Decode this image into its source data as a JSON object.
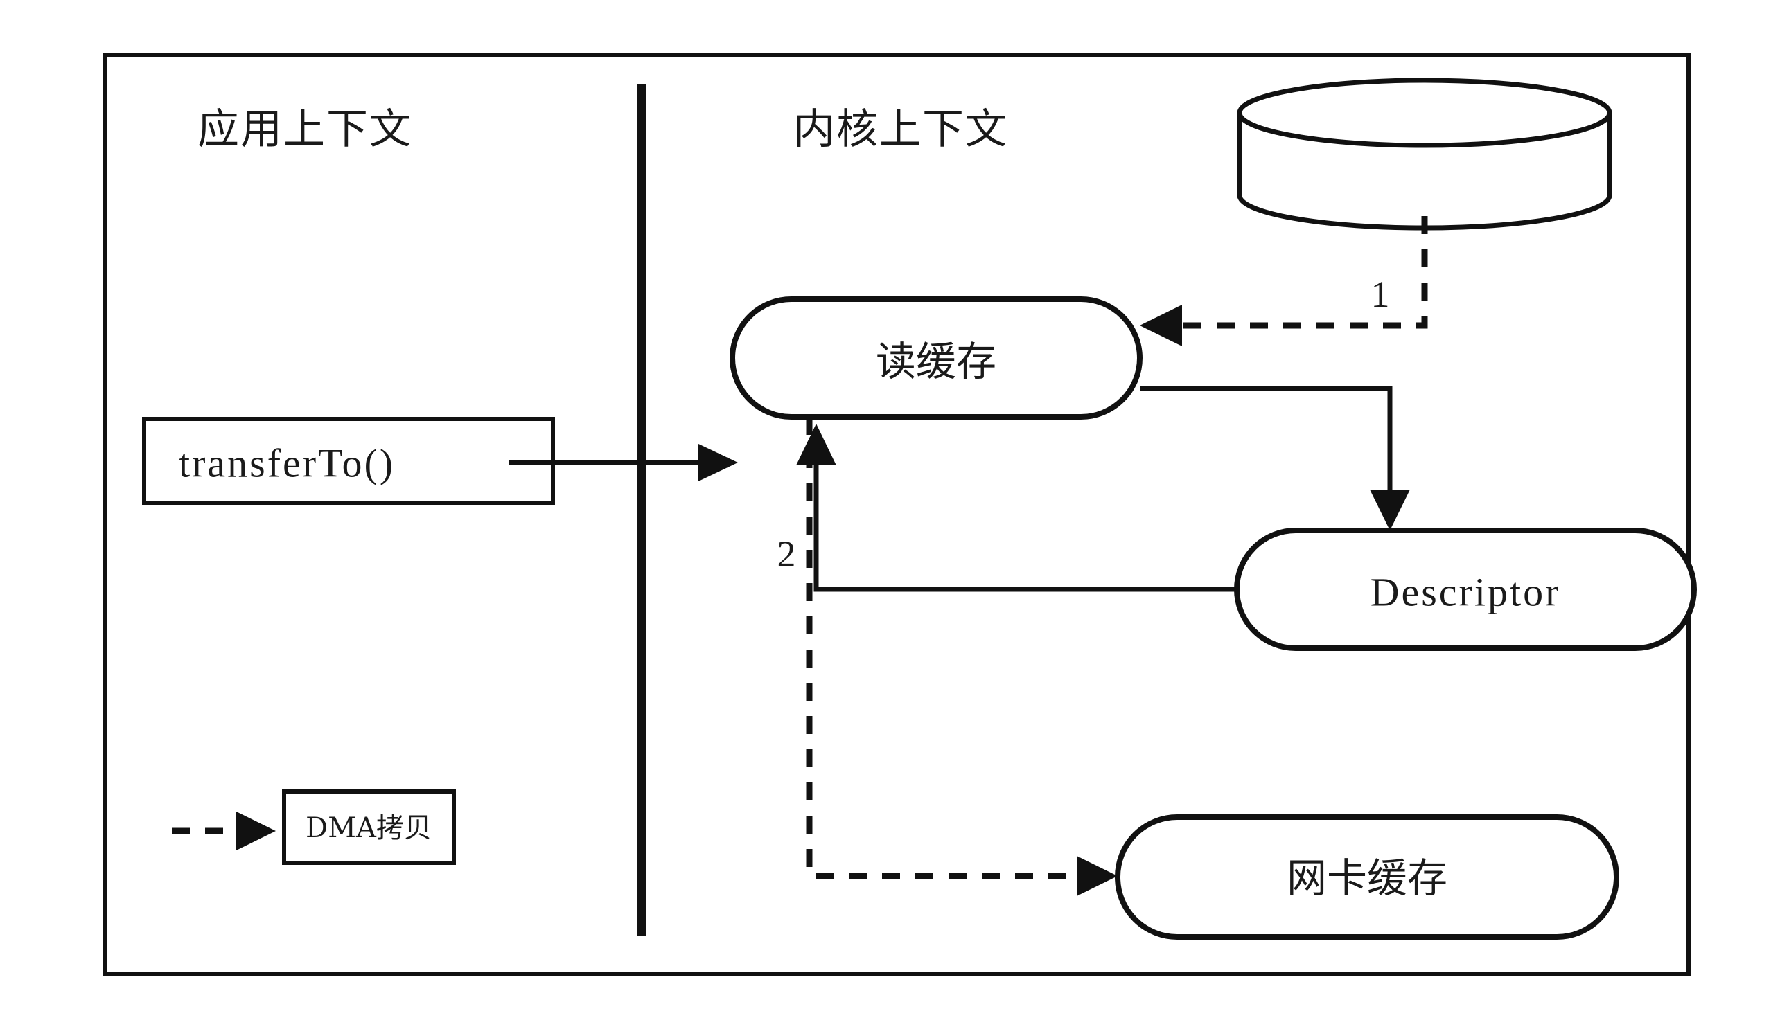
{
  "diagram": {
    "title": "zero-copy transferTo data flow",
    "colors": {
      "stroke": "#111111",
      "background": "#ffffff",
      "text": "#1a1a1a"
    },
    "headers": {
      "left": "应用上下文",
      "right": "内核上下文"
    },
    "nodes": {
      "disk": "",
      "read_buffer": "读缓存",
      "descriptor": "Descriptor",
      "nic_buffer": "网卡缓存",
      "transfer_to": "transferTo()"
    },
    "step_labels": {
      "one": "1",
      "two": "2"
    },
    "legend": {
      "dma_copy": "DMA拷贝"
    }
  }
}
